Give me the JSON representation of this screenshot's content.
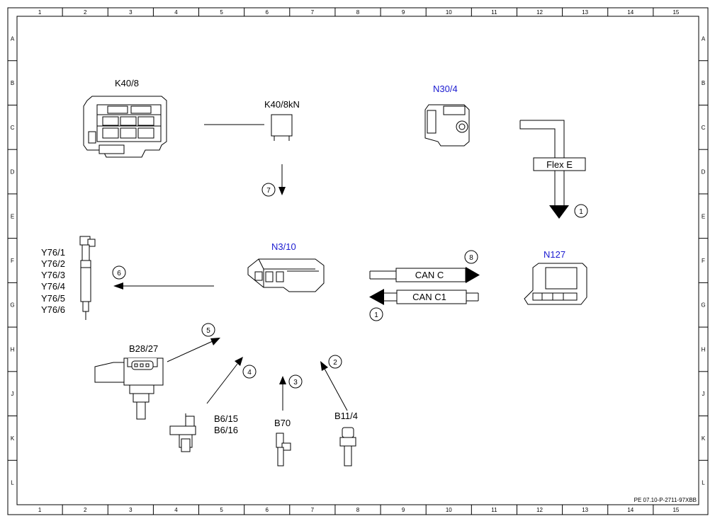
{
  "frame": {
    "columns": [
      "1",
      "2",
      "3",
      "4",
      "5",
      "6",
      "7",
      "8",
      "9",
      "10",
      "11",
      "12",
      "13",
      "14",
      "15"
    ],
    "rows": [
      "A",
      "B",
      "C",
      "D",
      "E",
      "F",
      "G",
      "H",
      "J",
      "K",
      "L"
    ]
  },
  "components": {
    "k40_8": "K40/8",
    "k40_8kn": "K40/8kN",
    "n30_4": "N30/4",
    "n3_10": "N3/10",
    "n127": "N127",
    "y76": [
      "Y76/1",
      "Y76/2",
      "Y76/3",
      "Y76/4",
      "Y76/5",
      "Y76/6"
    ],
    "b28_27": "B28/27",
    "b6": [
      "B6/15",
      "B6/16"
    ],
    "b70": "B70",
    "b11_4": "B11/4"
  },
  "buses": {
    "flex": "Flex E",
    "can_c": "CAN C",
    "can_c1": "CAN C1"
  },
  "signals": {
    "s1a": "1",
    "s1b": "1",
    "s2": "2",
    "s3": "3",
    "s4": "4",
    "s5": "5",
    "s6": "6",
    "s7": "7",
    "s8": "8"
  },
  "reference": "PE 07.10-P-2711-97XBB",
  "colors": {
    "line": "#000000",
    "blue_label": "#1a1ad0"
  }
}
